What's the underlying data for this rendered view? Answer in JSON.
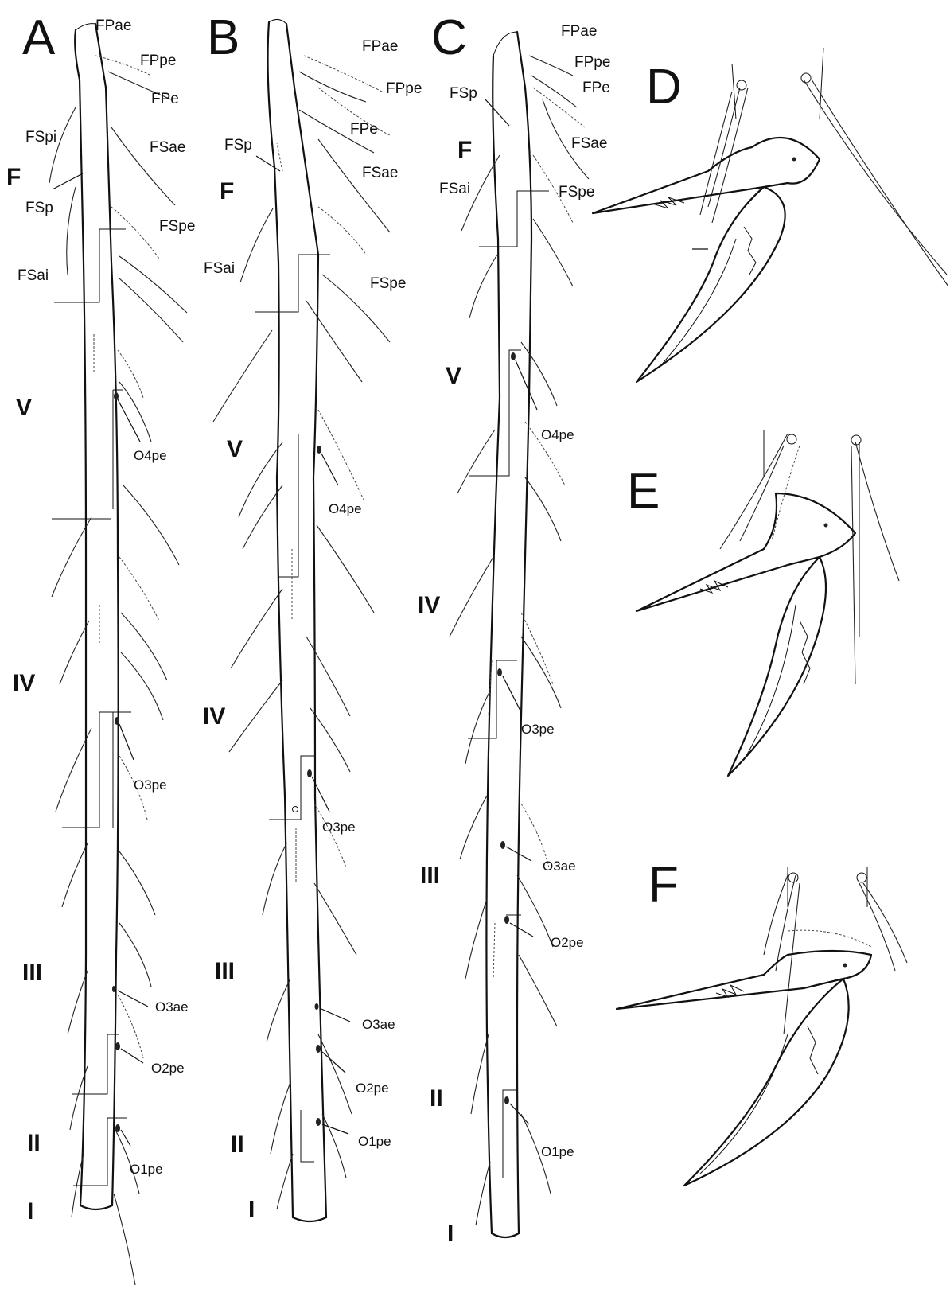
{
  "panels": {
    "A": {
      "letter": "A",
      "setae": [
        "FPae",
        "FPpe",
        "FPe",
        "FSpi",
        "FSae",
        "F",
        "FSp",
        "FSpe",
        "FSai"
      ],
      "segments": [
        "V",
        "IV",
        "III",
        "II",
        "I"
      ],
      "organs": [
        "O4pe",
        "O3pe",
        "O3ae",
        "O2pe",
        "O1pe"
      ]
    },
    "B": {
      "letter": "B",
      "setae": [
        "FPae",
        "FPpe",
        "FPe",
        "FSp",
        "FSae",
        "F",
        "FSai",
        "FSpe"
      ],
      "segments": [
        "V",
        "IV",
        "III",
        "II",
        "I"
      ],
      "organs": [
        "O4pe",
        "O3pe",
        "O3ae",
        "O2pe",
        "O1pe"
      ]
    },
    "C": {
      "letter": "C",
      "setae": [
        "FPae",
        "FPpe",
        "FPe",
        "FSp",
        "FSae",
        "F",
        "FSai",
        "FSpe"
      ],
      "segments": [
        "V",
        "IV",
        "III",
        "II",
        "I"
      ],
      "organs": [
        "O4pe",
        "O3pe",
        "O3ae",
        "O2pe",
        "O1pe"
      ]
    },
    "D": {
      "letter": "D"
    },
    "E": {
      "letter": "E"
    },
    "F": {
      "letter": "F"
    }
  }
}
